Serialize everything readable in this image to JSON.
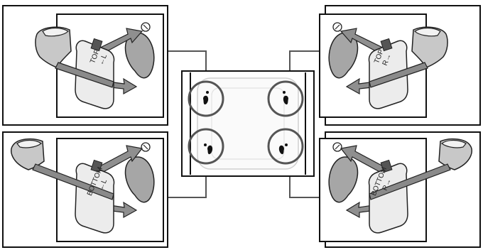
{
  "panels": {
    "top_left": {
      "label_line1": "TOP",
      "label_line2": "←L"
    },
    "top_right": {
      "label_line1": "TOP",
      "label_line2": "R→"
    },
    "bottom_left": {
      "label_line1": "BOTTOM",
      "label_line2": "←L"
    },
    "bottom_right": {
      "label_line1": "BOTTOM",
      "label_line2": "R→"
    }
  },
  "colors": {
    "outline": "#111111",
    "tube": "#a9a9a9",
    "tube_dark": "#6f6f6f",
    "ring_fill": "#d8d8d8",
    "panel_fill": "#ffffff",
    "nozzle_fill": "#9a9a9a",
    "connector": "#555555"
  }
}
